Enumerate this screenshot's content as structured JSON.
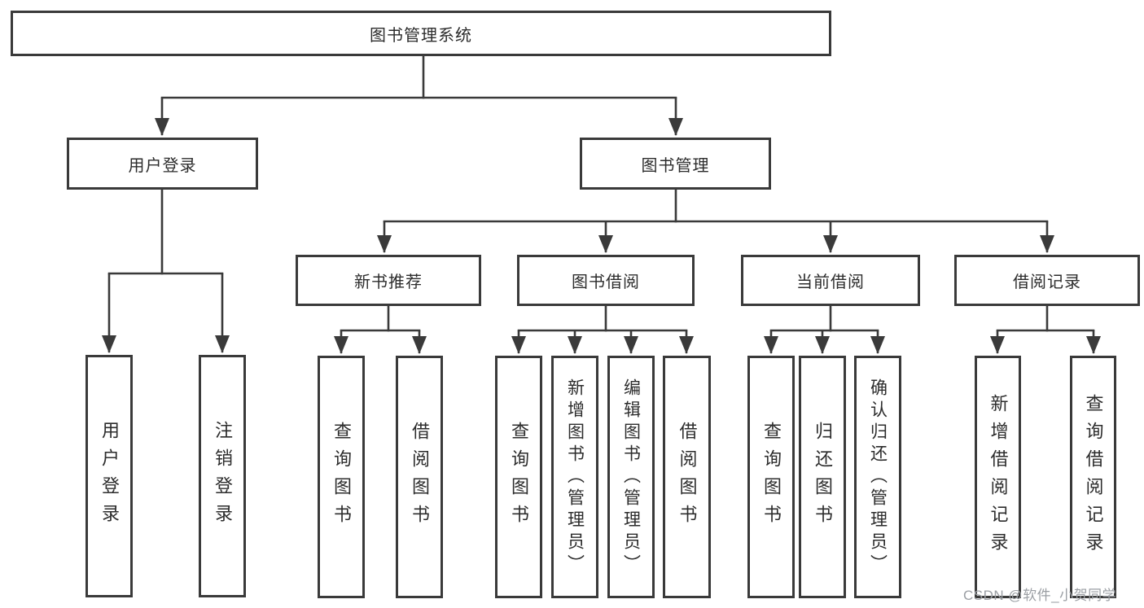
{
  "chart": {
    "root": {
      "label": "图书管理系统"
    },
    "login_branch": {
      "label": "用户登录",
      "leaves": [
        {
          "label": "用户登录"
        },
        {
          "label": "注销登录"
        }
      ]
    },
    "management_branch": {
      "label": "图书管理",
      "groups": [
        {
          "label": "新书推荐",
          "leaves": [
            {
              "label": "查询图书"
            },
            {
              "label": "借阅图书"
            }
          ]
        },
        {
          "label": "图书借阅",
          "leaves": [
            {
              "label": "查询图书"
            },
            {
              "label": "新增图书（管理员）"
            },
            {
              "label": "编辑图书（管理员）"
            },
            {
              "label": "借阅图书"
            }
          ]
        },
        {
          "label": "当前借阅",
          "leaves": [
            {
              "label": "查询图书"
            },
            {
              "label": "归还图书"
            },
            {
              "label": "确认归还（管理员）"
            }
          ]
        },
        {
          "label": "借阅记录",
          "leaves": [
            {
              "label": "新增借阅记录"
            },
            {
              "label": "查询借阅记录"
            }
          ]
        }
      ]
    }
  },
  "watermark": {
    "text": "CSDN @软件_小贺同学"
  },
  "colors": {
    "line": "#3a3a3a",
    "text": "#2c2c2c",
    "background": "#ffffff",
    "watermark": "#9b9fa4"
  }
}
